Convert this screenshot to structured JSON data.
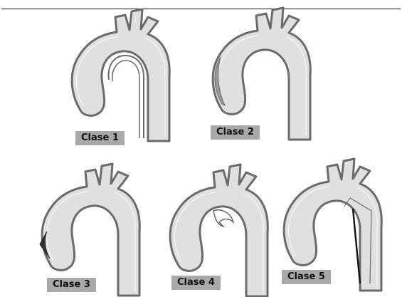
{
  "panels": [
    {
      "label": "Clase 1"
    },
    {
      "label": "Clase 2"
    },
    {
      "label": "Clase 3"
    },
    {
      "label": "Clase 4"
    },
    {
      "label": "Clase 5"
    }
  ],
  "colors": {
    "aorta_fill": "#e0e0e0",
    "aorta_outline": "#6b6b6b",
    "lesion_dark": "#333333",
    "label_background": "#a9a9a9",
    "label_text": "#111111"
  }
}
